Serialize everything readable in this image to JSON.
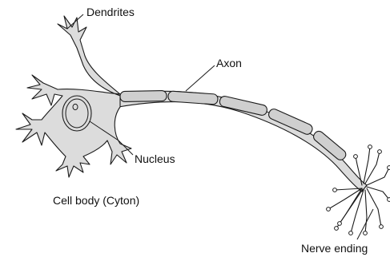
{
  "diagram": {
    "labels": {
      "dendrites": "Dendrites",
      "axon": "Axon",
      "nucleus": "Nucleus",
      "cell_body": "Cell body (Cyton)",
      "nerve_ending": "Nerve ending"
    }
  }
}
